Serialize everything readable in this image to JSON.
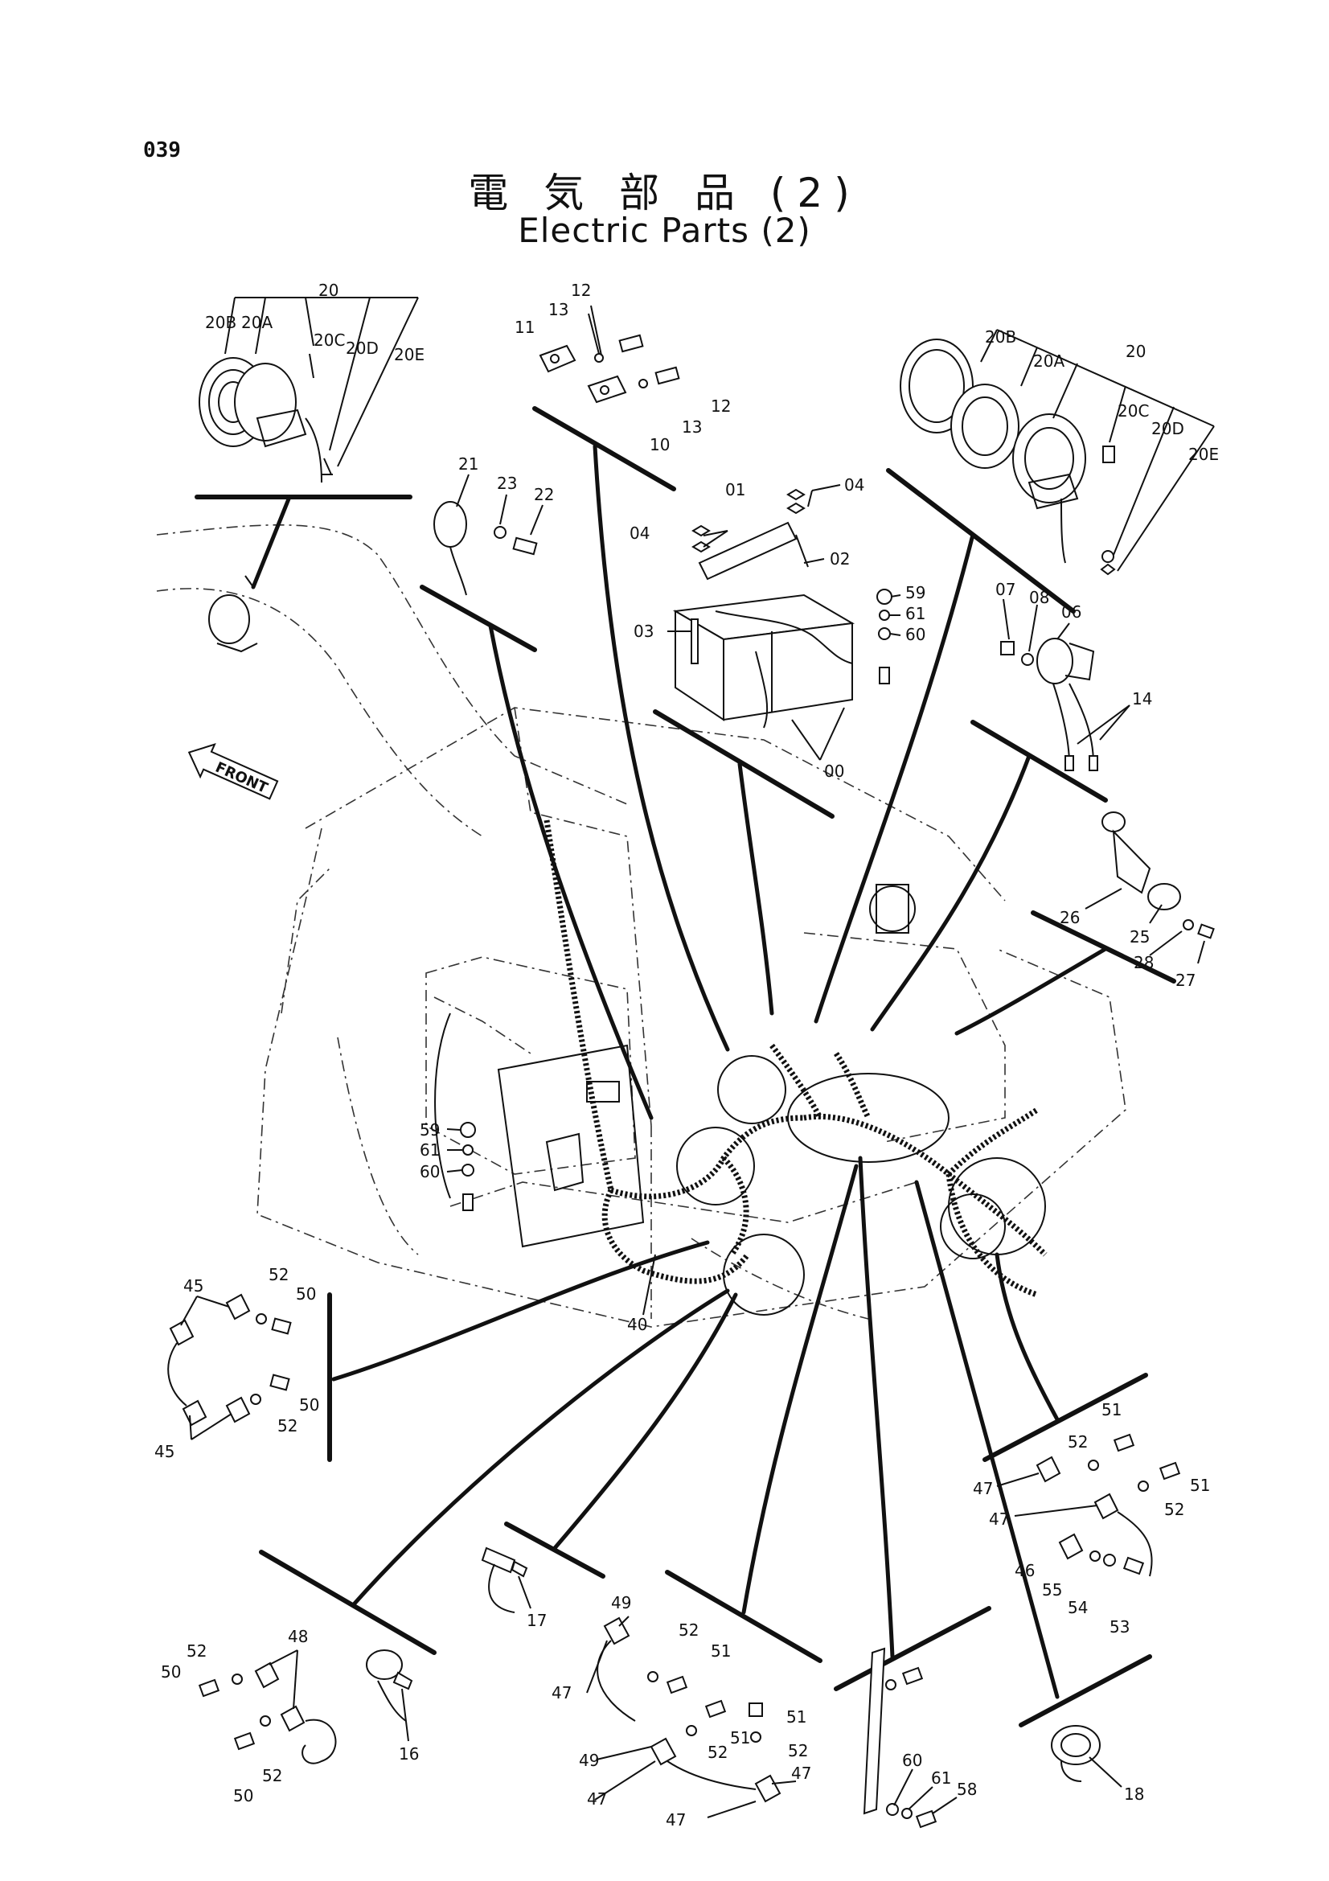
{
  "page_number": "039",
  "title_jp": "電 気 部 品 (2)",
  "title_en": "Electric Parts (2)",
  "front_sign": "FRONT",
  "callouts": {
    "horn_left": [
      "20",
      "20B",
      "20A",
      "20C",
      "20D",
      "20E"
    ],
    "fuse_holders": [
      "12",
      "13",
      "11",
      "12",
      "13",
      "10"
    ],
    "horn_right": [
      "20B",
      "20A",
      "20",
      "20C",
      "20D",
      "20E"
    ],
    "switch_21": [
      "21",
      "23",
      "22"
    ],
    "battery": [
      "01",
      "04",
      "04",
      "02",
      "03",
      "00",
      "59",
      "61",
      "60"
    ],
    "relay": [
      "07",
      "08",
      "06",
      "14"
    ],
    "sensor": [
      "26",
      "25",
      "28",
      "27"
    ],
    "battery_terminal_hw": [
      "59",
      "61",
      "60"
    ],
    "harness": "40",
    "clamps_left": [
      "45",
      "52",
      "50",
      "50",
      "52",
      "45"
    ],
    "clamps_right": [
      "51",
      "52",
      "47",
      "51",
      "52",
      "47",
      "46",
      "55",
      "54",
      "53"
    ],
    "clamps_bottom_left": [
      "52",
      "48",
      "50",
      "50",
      "52"
    ],
    "sensor_16": "16",
    "sensor_17": "17",
    "clamps_bottom_mid": [
      "49",
      "52",
      "51",
      "47",
      "51",
      "51",
      "52",
      "49",
      "52",
      "47",
      "47",
      "47"
    ],
    "ground_strap": [
      "60",
      "61",
      "58"
    ],
    "sensor_18": "18"
  }
}
